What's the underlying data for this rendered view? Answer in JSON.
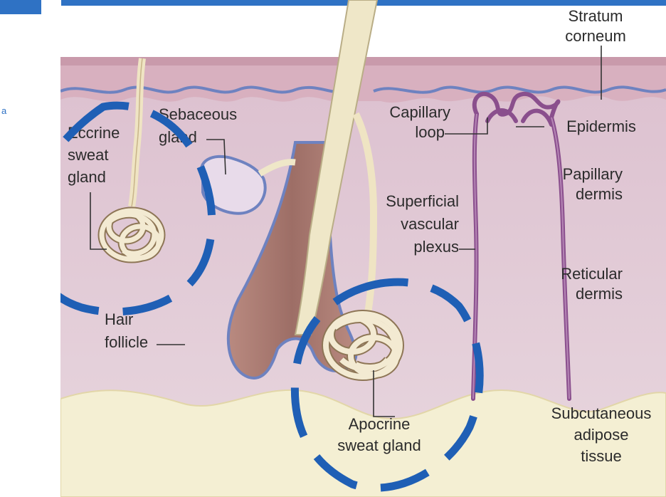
{
  "page": {
    "side_text": "a"
  },
  "labels": {
    "stratum_corneum": [
      "Stratum",
      "corneum"
    ],
    "epidermis": "Epidermis",
    "papillary_dermis": [
      "Papillary",
      "dermis"
    ],
    "reticular_dermis": [
      "Reticular",
      "dermis"
    ],
    "subcutaneous_adipose": [
      "Subcutaneous",
      "adipose",
      "tissue"
    ],
    "capillary_loop": [
      "Capillary",
      "loop"
    ],
    "superficial_vascular_plexus": [
      "Superficial",
      "vascular",
      "plexus"
    ],
    "apocrine_sweat_gland": [
      "Apocrine",
      "sweat gland"
    ],
    "hair_follicle": [
      "Hair",
      "follicle"
    ],
    "sebaceous_gland": [
      "Sebaceous",
      "gland"
    ],
    "eccrine_sweat_gland": [
      "Eccrine",
      "sweat",
      "gland"
    ]
  },
  "colors": {
    "dermis": "#e0c9d6",
    "epidermis_band": "#d2a6b6",
    "basement_line": "#6e82c0",
    "subcutaneous_fat": "#f4efd3",
    "hair_shaft": "#efe7c8",
    "follicle": "#a77a70",
    "gland_tube": "#f3ead2",
    "vessel": "#8a4f8d",
    "annotation": "#1f5fb5"
  }
}
